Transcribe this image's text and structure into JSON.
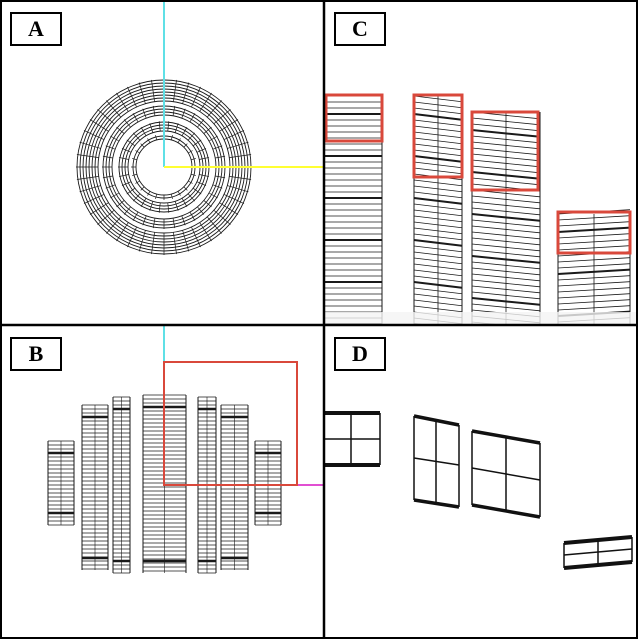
{
  "panels": {
    "a": {
      "label": "A"
    },
    "b": {
      "label": "B"
    },
    "c": {
      "label": "C"
    },
    "d": {
      "label": "D"
    }
  },
  "colors": {
    "wire": "#1a1a1a",
    "highlight": "#d9483b",
    "axis_y": "#5fe0e6",
    "axis_x": "#ffff33",
    "axis_z": "#e14fd2",
    "border": "#000000"
  }
}
